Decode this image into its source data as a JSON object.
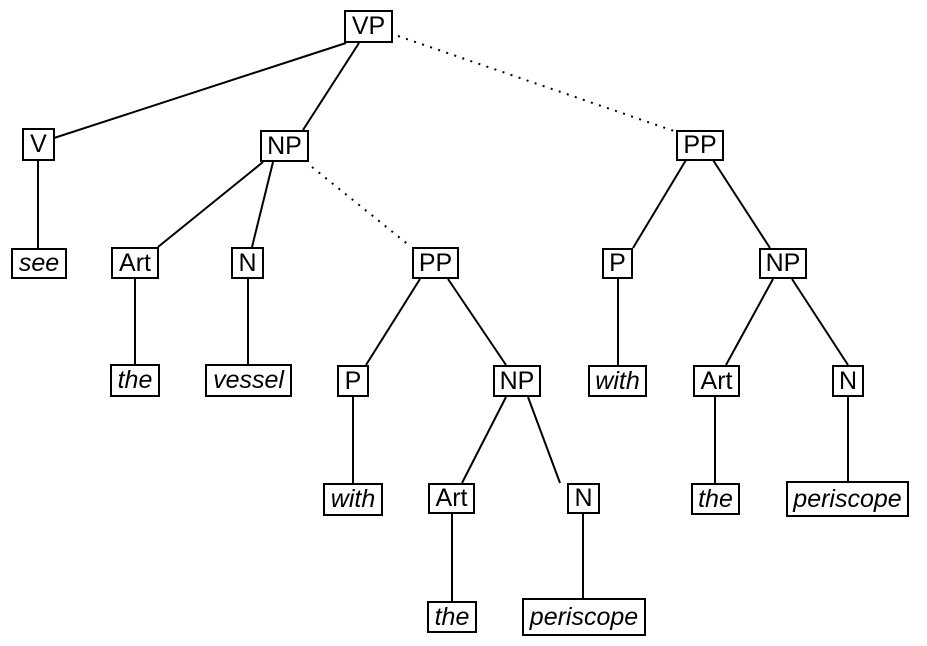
{
  "diagram": {
    "kind": "syntax-parse-tree",
    "colors": {
      "ink": "#000000",
      "background": "#ffffff"
    },
    "tree": {
      "nodes": [
        {
          "id": "vp",
          "label": "VP",
          "style": "category"
        },
        {
          "id": "v",
          "label": "V",
          "style": "category"
        },
        {
          "id": "np-obj",
          "label": "NP",
          "style": "category"
        },
        {
          "id": "pp-right",
          "label": "PP",
          "style": "category"
        },
        {
          "id": "see",
          "label": "see",
          "style": "word"
        },
        {
          "id": "art-left",
          "label": "Art",
          "style": "category"
        },
        {
          "id": "n-left",
          "label": "N",
          "style": "category"
        },
        {
          "id": "pp-mid",
          "label": "PP",
          "style": "category"
        },
        {
          "id": "p-right",
          "label": "P",
          "style": "category"
        },
        {
          "id": "np-right",
          "label": "NP",
          "style": "category"
        },
        {
          "id": "the-left",
          "label": "the",
          "style": "word"
        },
        {
          "id": "vessel",
          "label": "vessel",
          "style": "word"
        },
        {
          "id": "p-mid",
          "label": "P",
          "style": "category"
        },
        {
          "id": "np-mid",
          "label": "NP",
          "style": "category"
        },
        {
          "id": "with-right",
          "label": "with",
          "style": "word"
        },
        {
          "id": "art-right",
          "label": "Art",
          "style": "category"
        },
        {
          "id": "n-right",
          "label": "N",
          "style": "category"
        },
        {
          "id": "with-mid",
          "label": "with",
          "style": "word"
        },
        {
          "id": "art-mid",
          "label": "Art",
          "style": "category"
        },
        {
          "id": "n-mid",
          "label": "N",
          "style": "category"
        },
        {
          "id": "the-right",
          "label": "the",
          "style": "word"
        },
        {
          "id": "periscope-right",
          "label": "periscope",
          "style": "word"
        },
        {
          "id": "the-mid",
          "label": "the",
          "style": "word"
        },
        {
          "id": "periscope-mid",
          "label": "periscope",
          "style": "word"
        }
      ],
      "edges": [
        {
          "from": "vp",
          "to": "v",
          "line": "solid"
        },
        {
          "from": "vp",
          "to": "np-obj",
          "line": "solid"
        },
        {
          "from": "vp",
          "to": "pp-right",
          "line": "dotted"
        },
        {
          "from": "v",
          "to": "see",
          "line": "solid"
        },
        {
          "from": "np-obj",
          "to": "art-left",
          "line": "solid"
        },
        {
          "from": "np-obj",
          "to": "n-left",
          "line": "solid"
        },
        {
          "from": "np-obj",
          "to": "pp-mid",
          "line": "dotted"
        },
        {
          "from": "art-left",
          "to": "the-left",
          "line": "solid"
        },
        {
          "from": "n-left",
          "to": "vessel",
          "line": "solid"
        },
        {
          "from": "pp-mid",
          "to": "p-mid",
          "line": "solid"
        },
        {
          "from": "pp-mid",
          "to": "np-mid",
          "line": "solid"
        },
        {
          "from": "p-mid",
          "to": "with-mid",
          "line": "solid"
        },
        {
          "from": "np-mid",
          "to": "art-mid",
          "line": "solid"
        },
        {
          "from": "np-mid",
          "to": "n-mid",
          "line": "solid"
        },
        {
          "from": "art-mid",
          "to": "the-mid",
          "line": "solid"
        },
        {
          "from": "n-mid",
          "to": "periscope-mid",
          "line": "solid"
        },
        {
          "from": "pp-right",
          "to": "p-right",
          "line": "solid"
        },
        {
          "from": "pp-right",
          "to": "np-right",
          "line": "solid"
        },
        {
          "from": "p-right",
          "to": "with-right",
          "line": "solid"
        },
        {
          "from": "np-right",
          "to": "art-right",
          "line": "solid"
        },
        {
          "from": "np-right",
          "to": "n-right",
          "line": "solid"
        },
        {
          "from": "art-right",
          "to": "the-right",
          "line": "solid"
        },
        {
          "from": "n-right",
          "to": "periscope-right",
          "line": "solid"
        }
      ]
    }
  }
}
